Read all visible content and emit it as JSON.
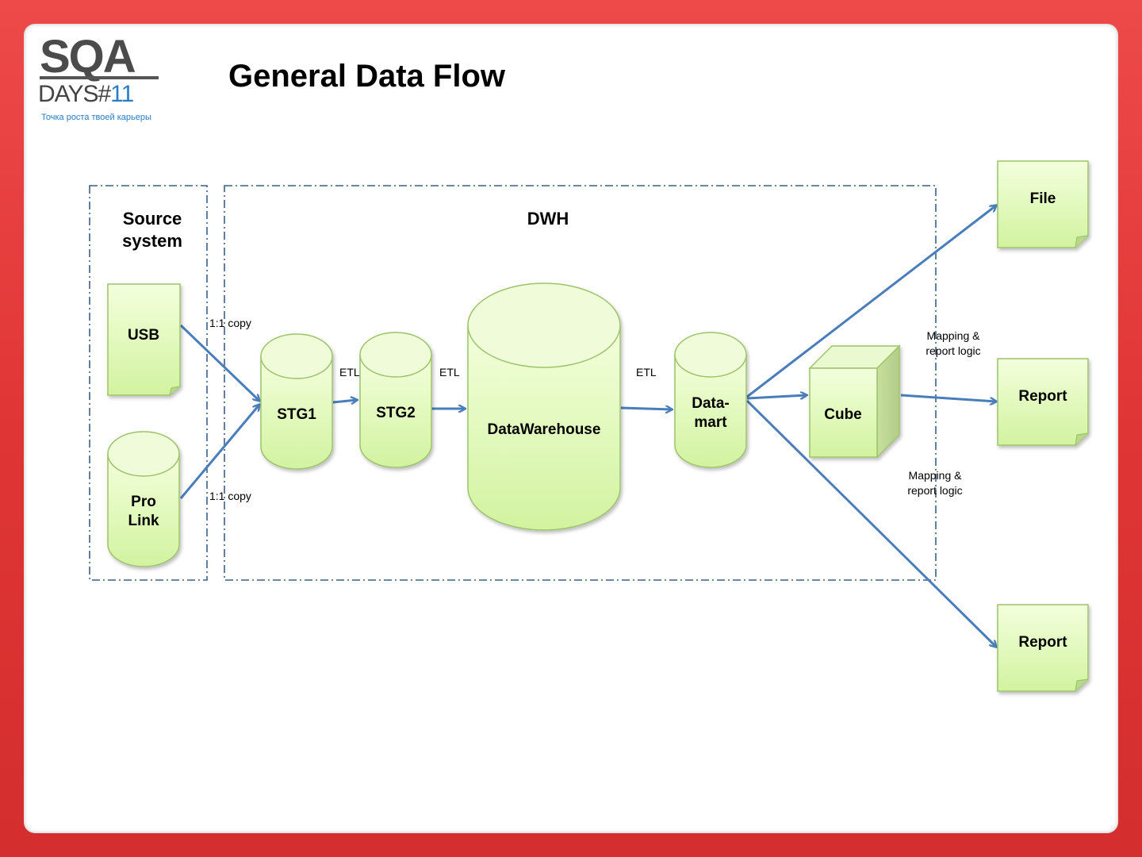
{
  "title": "General Data Flow",
  "logo": {
    "main": "SQA",
    "days": "DAYS#",
    "number": "11",
    "tagline": "Точка роста твоей карьеры"
  },
  "groups": {
    "source": [
      "Source",
      "system"
    ],
    "dwh": "DWH"
  },
  "nodes": {
    "usb": "USB",
    "prolink": [
      "Pro",
      "Link"
    ],
    "stg1": "STG1",
    "stg2": "STG2",
    "dwh": "DataWarehouse",
    "datamart": [
      "Data-",
      "mart"
    ],
    "cube": "Cube",
    "file": "File",
    "report1": "Report",
    "report2": "Report"
  },
  "edge_labels": {
    "copy1": "1:1 copy",
    "copy2": "1:1 copy",
    "etl1": "ETL",
    "etl2": "ETL",
    "etl3": "ETL",
    "mapping1": [
      "Mapping &",
      "report logic"
    ],
    "mapping2": [
      "Mapping &",
      "report logic"
    ]
  },
  "colors": {
    "frame": "#e23a3a",
    "node_fill_top": "#f2ffd8",
    "node_fill_bottom": "#d4f5a3",
    "node_stroke": "#9cc46a",
    "arrow": "#4a7ebb",
    "group_border": "#3b5f8a"
  }
}
